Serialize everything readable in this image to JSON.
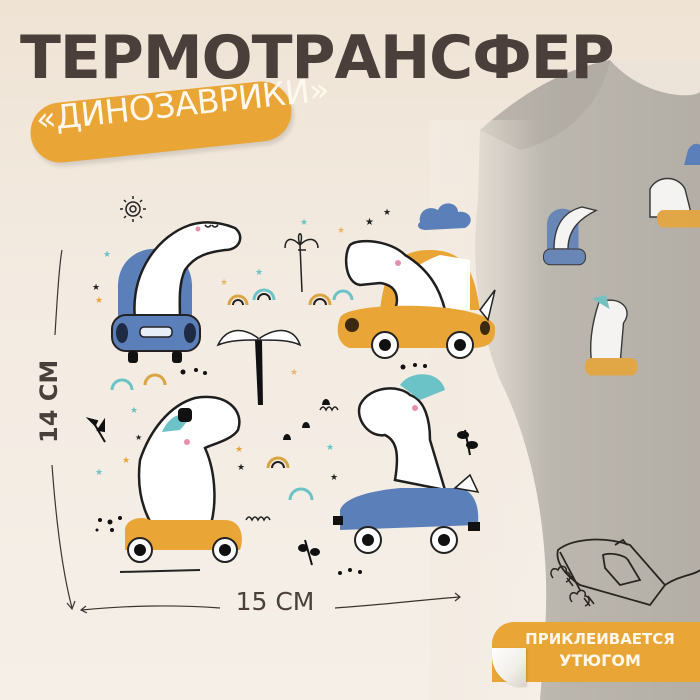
{
  "header": {
    "title": "ТЕРМОТРАНСФЕР",
    "subtitle": "«ДИНОЗАВРИКИ»"
  },
  "dimensions": {
    "height_label": "14 СМ",
    "width_label": "15 СМ"
  },
  "badge": {
    "line1": "ПРИКЛЕИВАЕТСЯ",
    "line2": "УТЮГОМ"
  },
  "illustrations": [
    {
      "name": "brachiosaurus-in-blue-car",
      "car_color": "#5b7fb8"
    },
    {
      "name": "trex-in-yellow-car",
      "car_color": "#e9a535"
    },
    {
      "name": "trex-with-cap-on-yellow-scooter",
      "car_color": "#e9a535",
      "cap_color": "#6cc3c7"
    },
    {
      "name": "dino-with-helmet-in-blue-car",
      "car_color": "#5b7fb8",
      "helmet_color": "#6cc3c7"
    }
  ],
  "product_preview": {
    "label": "tshirt-with-print",
    "shirt_color": "#b9b4ac"
  },
  "colors": {
    "title": "#4a3f3a",
    "accent_orange": "#e9a535",
    "accent_blue": "#5b7fb8",
    "accent_teal": "#6cc3c7",
    "background": "#f3ebe1",
    "light_text": "#fff8ef"
  },
  "icons": {
    "iron": "iron-icon",
    "steam": "steam-icon"
  }
}
